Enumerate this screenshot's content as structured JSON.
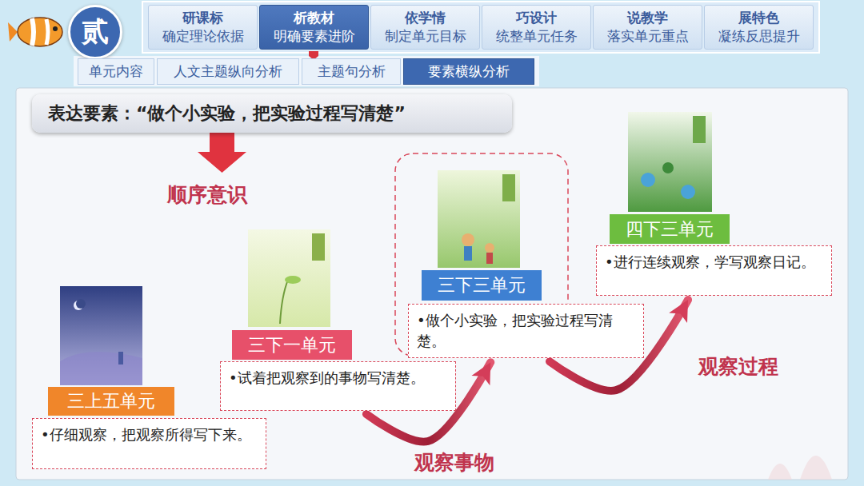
{
  "diagram": {
    "nodes": [
      {
        "text": [
          "贰"
        ]
      },
      {
        "text": [
          "研课标",
          "确定理论依据"
        ]
      },
      {
        "text": [
          "析教材",
          "明确要素进阶"
        ]
      },
      {
        "text": [
          "依学情",
          "制定单元目标"
        ]
      },
      {
        "text": [
          "巧设计",
          "统整单元任务"
        ]
      },
      {
        "text": [
          "说教学",
          "落实单元重点"
        ]
      },
      {
        "text": [
          "展特色",
          "凝练反思提升"
        ]
      },
      {
        "text": [
          "单元内容"
        ]
      },
      {
        "text": [
          "人文主题纵向分析"
        ]
      },
      {
        "text": [
          "主题句分析"
        ]
      },
      {
        "text": [
          "要素横纵分析"
        ]
      },
      {
        "text": [
          "表达要素：“做个小实验，把实验过程写清楚”"
        ]
      },
      {
        "text": [
          "三上五单元"
        ]
      },
      {
        "text": [
          "•仔细观察，把观察所得写下来。"
        ]
      },
      {
        "text": [
          "三下一单元"
        ]
      },
      {
        "text": [
          "•试着把观察到的事物写清楚。"
        ]
      },
      {
        "text": [
          "三下三单元"
        ]
      },
      {
        "text": [
          "•做个小实验，把实验过程写清楚。"
        ]
      },
      {
        "text": [
          "四下三单元"
        ]
      },
      {
        "text": [
          "•进行连续观察，学写观察日记。"
        ]
      }
    ],
    "edges": [
      {
        "from": 15,
        "to": 17,
        "arrow": "to",
        "label": "观察事物"
      },
      {
        "from": 17,
        "to": 19,
        "arrow": "to",
        "label": "观察过程"
      }
    ],
    "labels": [
      "顺序意识"
    ]
  }
}
